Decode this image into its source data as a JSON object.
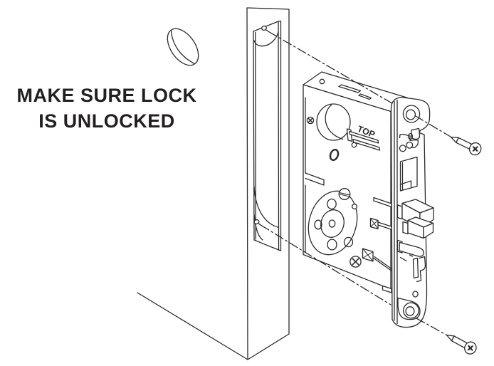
{
  "page": {
    "background_color": "#ffffff",
    "line_color": "#2b2b2b",
    "text_color": "#231f20"
  },
  "instruction": {
    "line1": "MAKE SURE LOCK",
    "line2": "IS UNLOCKED"
  },
  "lock_body": {
    "orientation_label": "TOP"
  }
}
